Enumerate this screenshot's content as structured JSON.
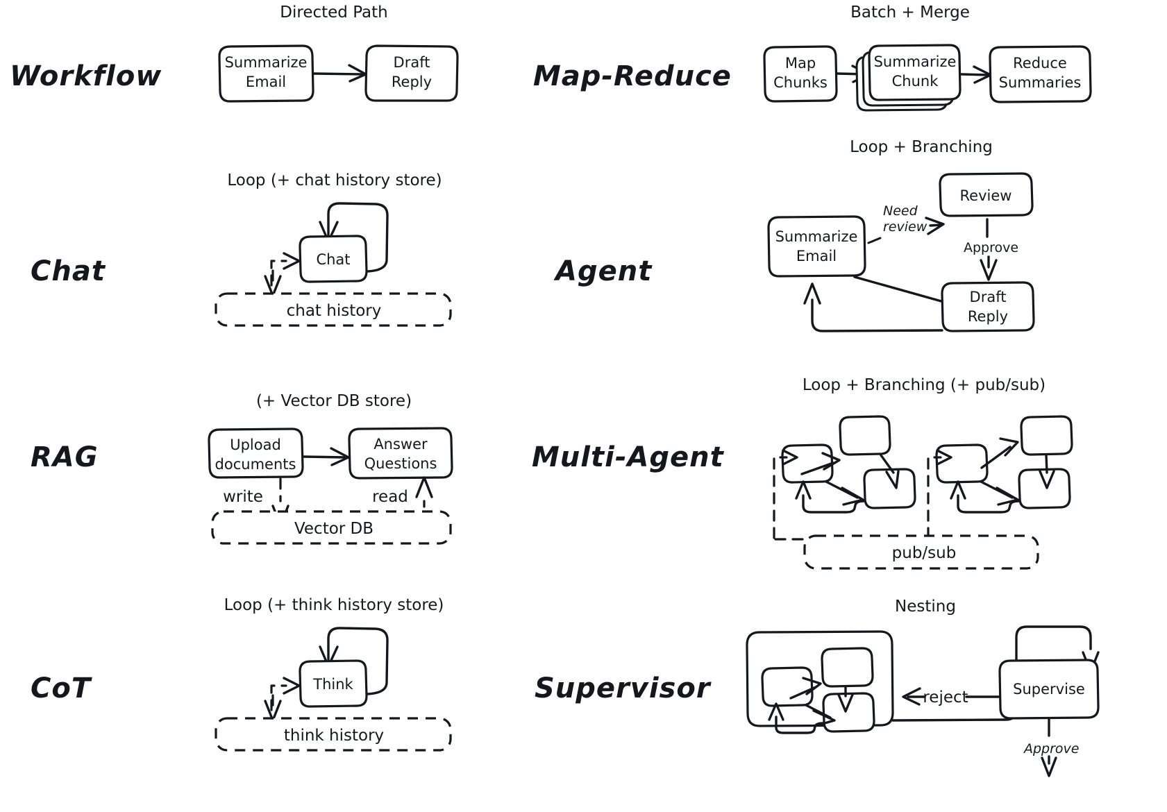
{
  "diagram": {
    "title_implied": "LLM application architecture patterns",
    "background": "#ffffff",
    "ink_color": "#14181d"
  },
  "rows": [
    {
      "left": {
        "row_label": "Workflow",
        "section_title": "Directed Path",
        "nodes": [
          {
            "id": "w1",
            "label_line1": "Summarize",
            "label_line2": "Email",
            "style": "solid"
          },
          {
            "id": "w2",
            "label_line1": "Draft",
            "label_line2": "Reply",
            "style": "solid"
          }
        ],
        "edges": [
          {
            "from": "w1",
            "to": "w2",
            "label": "",
            "style": "solid"
          }
        ],
        "stores": []
      },
      "right": {
        "row_label": "Map-Reduce",
        "section_title": "Batch + Merge",
        "nodes": [
          {
            "id": "m1",
            "label_line1": "Map",
            "label_line2": "Chunks",
            "style": "solid"
          },
          {
            "id": "m2",
            "label_line1": "Summarize",
            "label_line2": "Chunk",
            "style": "stacked"
          },
          {
            "id": "m3",
            "label_line1": "Reduce",
            "label_line2": "Summaries",
            "style": "solid"
          }
        ],
        "edges": [
          {
            "from": "m1",
            "to": "m2",
            "label": "",
            "style": "solid"
          },
          {
            "from": "m2",
            "to": "m3",
            "label": "",
            "style": "solid"
          }
        ],
        "stores": []
      }
    },
    {
      "left": {
        "row_label": "Chat",
        "section_title": "Loop (+ chat history store)",
        "nodes": [
          {
            "id": "c1",
            "label_line1": "Chat",
            "label_line2": "",
            "style": "solid"
          }
        ],
        "edges": [
          {
            "from": "c1",
            "to": "c1",
            "label": "",
            "style": "self-loop"
          }
        ],
        "stores": [
          {
            "id": "cs",
            "label": "chat history",
            "style": "dashed"
          }
        ],
        "store_edges": [
          {
            "from": "c1",
            "to": "cs",
            "label": "",
            "style": "dashed-down"
          },
          {
            "from": "cs",
            "to": "c1",
            "label": "",
            "style": "dashed-up"
          }
        ]
      },
      "right": {
        "row_label": "Agent",
        "section_title": "Loop + Branching",
        "nodes": [
          {
            "id": "a1",
            "label_line1": "Summarize",
            "label_line2": "Email",
            "style": "solid"
          },
          {
            "id": "a2",
            "label_line1": "Review",
            "label_line2": "",
            "style": "solid"
          },
          {
            "id": "a3",
            "label_line1": "Draft",
            "label_line2": "Reply",
            "style": "solid"
          }
        ],
        "edges": [
          {
            "from": "a1",
            "to": "a2",
            "label": "Need review",
            "label_line1": "Need",
            "label_line2": "review",
            "style": "solid"
          },
          {
            "from": "a2",
            "to": "a3",
            "label": "Approve",
            "style": "solid"
          },
          {
            "from": "a1",
            "to": "a3",
            "label": "",
            "style": "solid"
          },
          {
            "from": "a3",
            "to": "a1",
            "label": "",
            "style": "loop-back"
          }
        ],
        "stores": []
      }
    },
    {
      "left": {
        "row_label": "RAG",
        "section_title": "(+ Vector DB store)",
        "nodes": [
          {
            "id": "r1",
            "label_line1": "Upload",
            "label_line2": "documents",
            "style": "solid"
          },
          {
            "id": "r2",
            "label_line1": "Answer",
            "label_line2": "Questions",
            "style": "solid"
          }
        ],
        "edges": [
          {
            "from": "r1",
            "to": "r2",
            "label": "",
            "style": "solid"
          }
        ],
        "stores": [
          {
            "id": "rs",
            "label": "Vector DB",
            "style": "dashed"
          }
        ],
        "store_edges": [
          {
            "from": "r1",
            "to": "rs",
            "label": "write",
            "style": "dashed-down"
          },
          {
            "from": "rs",
            "to": "r2",
            "label": "read",
            "style": "dashed-up"
          }
        ]
      },
      "right": {
        "row_label": "Multi-Agent",
        "section_title": "Loop + Branching (+ pub/sub)",
        "nodes": [
          {
            "id": "ma1",
            "label_line1": "",
            "label_line2": "",
            "style": "solid"
          },
          {
            "id": "ma2",
            "label_line1": "",
            "label_line2": "",
            "style": "solid"
          },
          {
            "id": "ma3",
            "label_line1": "",
            "label_line2": "",
            "style": "solid"
          },
          {
            "id": "mb1",
            "label_line1": "",
            "label_line2": "",
            "style": "solid"
          },
          {
            "id": "mb2",
            "label_line1": "",
            "label_line2": "",
            "style": "solid"
          },
          {
            "id": "mb3",
            "label_line1": "",
            "label_line2": "",
            "style": "solid"
          }
        ],
        "edges": [],
        "stores": [
          {
            "id": "ps",
            "label": "pub/sub",
            "style": "dashed"
          }
        ],
        "cluster_count": 2
      }
    },
    {
      "left": {
        "row_label": "CoT",
        "section_title": "Loop (+ think history store)",
        "nodes": [
          {
            "id": "t1",
            "label_line1": "Think",
            "label_line2": "",
            "style": "solid"
          }
        ],
        "edges": [
          {
            "from": "t1",
            "to": "t1",
            "label": "",
            "style": "self-loop"
          }
        ],
        "stores": [
          {
            "id": "ts",
            "label": "think history",
            "style": "dashed"
          }
        ],
        "store_edges": [
          {
            "from": "t1",
            "to": "ts",
            "label": "",
            "style": "dashed-down"
          },
          {
            "from": "ts",
            "to": "t1",
            "label": "",
            "style": "dashed-up"
          }
        ]
      },
      "right": {
        "row_label": "Supervisor",
        "section_title": "Nesting",
        "nodes": [
          {
            "id": "s1",
            "label_line1": "",
            "label_line2": "",
            "style": "solid"
          },
          {
            "id": "s2",
            "label_line1": "",
            "label_line2": "",
            "style": "solid"
          },
          {
            "id": "s3",
            "label_line1": "",
            "label_line2": "",
            "style": "solid"
          },
          {
            "id": "sup",
            "label_line1": "Supervise",
            "label_line2": "",
            "style": "solid"
          }
        ],
        "edges": [
          {
            "from": "cluster",
            "to": "sup",
            "label": "",
            "style": "solid"
          },
          {
            "from": "sup",
            "to": "cluster",
            "label": "reject",
            "style": "solid"
          },
          {
            "from": "sup",
            "to": "out",
            "label": "Approve",
            "style": "solid"
          }
        ],
        "stores": []
      }
    }
  ],
  "labels": {
    "workflow": "Workflow",
    "map_reduce": "Map-Reduce",
    "chat": "Chat",
    "agent": "Agent",
    "rag": "RAG",
    "multi_agent": "Multi-Agent",
    "cot": "CoT",
    "supervisor": "Supervisor",
    "t_directed_path": "Directed Path",
    "t_batch_merge": "Batch + Merge",
    "t_loop_chat": "Loop (+ chat history store)",
    "t_loop_branching": "Loop + Branching",
    "t_vector_db": "(+ Vector DB store)",
    "t_loop_branch_pubsub": "Loop + Branching (+ pub/sub)",
    "t_loop_think": "Loop (+ think history store)",
    "t_nesting": "Nesting",
    "n_summarize": "Summarize",
    "n_email": "Email",
    "n_draft": "Draft",
    "n_reply": "Reply",
    "n_map": "Map",
    "n_chunks": "Chunks",
    "n_chunk": "Chunk",
    "n_reduce": "Reduce",
    "n_summaries": "Summaries",
    "n_chat": "Chat",
    "n_chat_history": "chat history",
    "n_review": "Review",
    "n_need": "Need",
    "n_review_lc": "review",
    "n_approve": "Approve",
    "n_upload": "Upload",
    "n_documents": "documents",
    "n_answer": "Answer",
    "n_questions": "Questions",
    "n_write": "write",
    "n_read": "read",
    "n_vector_db": "Vector DB",
    "n_pubsub": "pub/sub",
    "n_think": "Think",
    "n_think_history": "think history",
    "n_supervise": "Supervise",
    "n_reject": "reject",
    "n_approve2": "Approve"
  }
}
